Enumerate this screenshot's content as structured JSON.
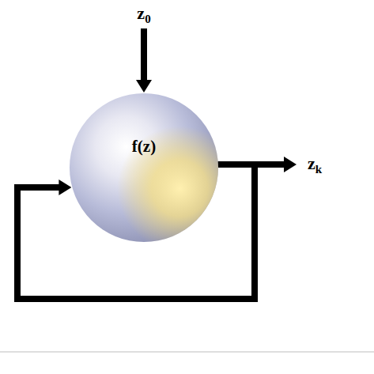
{
  "diagram": {
    "nodes": [
      {
        "text": [
          "f(z)"
        ]
      }
    ],
    "edges": [
      {
        "from": 0,
        "to": 0,
        "arrow": "to"
      }
    ],
    "labels": [
      "z0",
      "zk"
    ]
  }
}
